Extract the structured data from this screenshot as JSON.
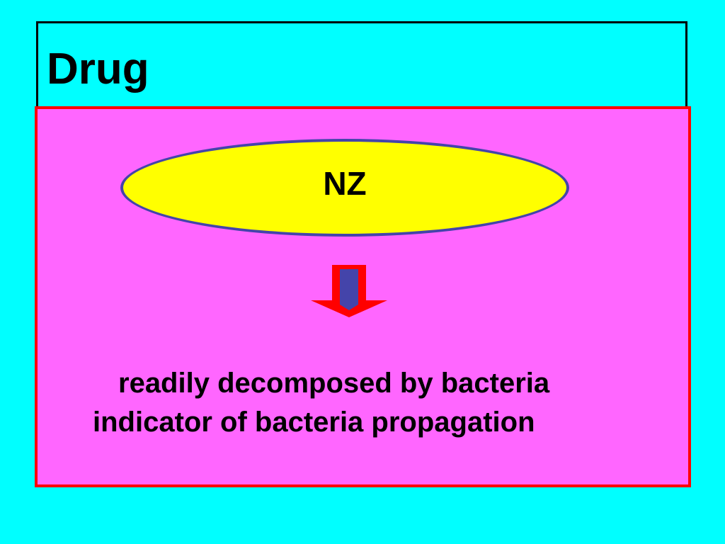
{
  "slide": {
    "title": "Drug",
    "drug_label": "NZ",
    "description_lines": [
      "readily decomposed by bacteria",
      "indicator of bacteria propagation"
    ]
  },
  "colors": {
    "background": "#00ffff",
    "content_fill": "#ff66ff",
    "content_border": "#ff0000",
    "oval_fill": "#ffff00",
    "oval_border": "#4444aa",
    "arrow_fill": "#4444aa",
    "arrow_outline": "#ff0000"
  },
  "icons": {
    "arrow": "down-arrow-icon"
  }
}
